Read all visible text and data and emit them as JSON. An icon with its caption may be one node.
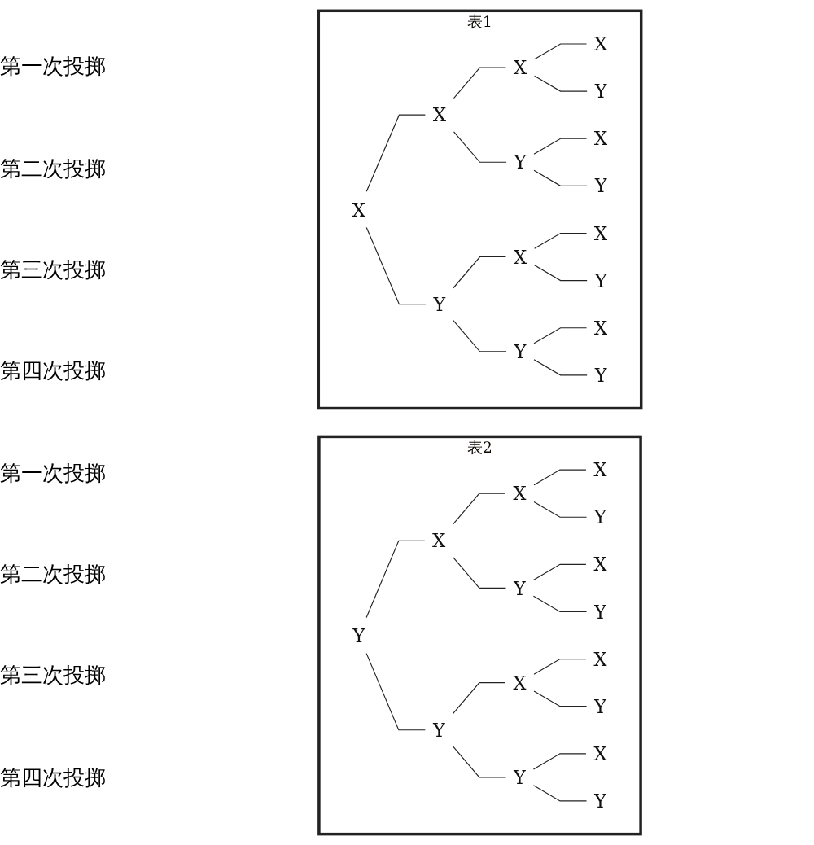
{
  "diagram": {
    "nodes": [
      {
        "text": [
          "表1"
        ]
      },
      {
        "text": [
          "X"
        ],
        "in": 0
      },
      {
        "text": [
          "X"
        ],
        "in": 0
      },
      {
        "text": [
          "Y"
        ],
        "in": 0
      },
      {
        "text": [
          "X"
        ],
        "in": 0
      },
      {
        "text": [
          "Y"
        ],
        "in": 0
      },
      {
        "text": [
          "X"
        ],
        "in": 0
      },
      {
        "text": [
          "Y"
        ],
        "in": 0
      },
      {
        "text": [
          "X"
        ],
        "in": 0
      },
      {
        "text": [
          "Y"
        ],
        "in": 0
      },
      {
        "text": [
          "X"
        ],
        "in": 0
      },
      {
        "text": [
          "Y"
        ],
        "in": 0
      },
      {
        "text": [
          "X"
        ],
        "in": 0
      },
      {
        "text": [
          "Y"
        ],
        "in": 0
      },
      {
        "text": [
          "X"
        ],
        "in": 0
      },
      {
        "text": [
          "Y"
        ],
        "in": 0
      },
      {
        "text": [
          "表2"
        ]
      },
      {
        "text": [
          "Y"
        ],
        "in": 16
      },
      {
        "text": [
          "X"
        ],
        "in": 16
      },
      {
        "text": [
          "Y"
        ],
        "in": 16
      },
      {
        "text": [
          "X"
        ],
        "in": 16
      },
      {
        "text": [
          "Y"
        ],
        "in": 16
      },
      {
        "text": [
          "X"
        ],
        "in": 16
      },
      {
        "text": [
          "Y"
        ],
        "in": 16
      },
      {
        "text": [
          "X"
        ],
        "in": 16
      },
      {
        "text": [
          "Y"
        ],
        "in": 16
      },
      {
        "text": [
          "X"
        ],
        "in": 16
      },
      {
        "text": [
          "Y"
        ],
        "in": 16
      },
      {
        "text": [
          "X"
        ],
        "in": 16
      },
      {
        "text": [
          "Y"
        ],
        "in": 16
      },
      {
        "text": [
          "X"
        ],
        "in": 16
      },
      {
        "text": [
          "Y"
        ],
        "in": 16
      }
    ],
    "edges": [
      {
        "from": 1,
        "to": 2,
        "arrow": "none"
      },
      {
        "from": 1,
        "to": 3,
        "arrow": "none"
      },
      {
        "from": 2,
        "to": 4,
        "arrow": "none"
      },
      {
        "from": 2,
        "to": 5,
        "arrow": "none"
      },
      {
        "from": 3,
        "to": 6,
        "arrow": "none"
      },
      {
        "from": 3,
        "to": 7,
        "arrow": "none"
      },
      {
        "from": 4,
        "to": 8,
        "arrow": "none"
      },
      {
        "from": 4,
        "to": 9,
        "arrow": "none"
      },
      {
        "from": 5,
        "to": 10,
        "arrow": "none"
      },
      {
        "from": 5,
        "to": 11,
        "arrow": "none"
      },
      {
        "from": 6,
        "to": 12,
        "arrow": "none"
      },
      {
        "from": 6,
        "to": 13,
        "arrow": "none"
      },
      {
        "from": 7,
        "to": 14,
        "arrow": "none"
      },
      {
        "from": 7,
        "to": 15,
        "arrow": "none"
      },
      {
        "from": 17,
        "to": 18,
        "arrow": "none"
      },
      {
        "from": 17,
        "to": 19,
        "arrow": "none"
      },
      {
        "from": 18,
        "to": 20,
        "arrow": "none"
      },
      {
        "from": 18,
        "to": 21,
        "arrow": "none"
      },
      {
        "from": 19,
        "to": 22,
        "arrow": "none"
      },
      {
        "from": 19,
        "to": 23,
        "arrow": "none"
      },
      {
        "from": 20,
        "to": 24,
        "arrow": "none"
      },
      {
        "from": 20,
        "to": 25,
        "arrow": "none"
      },
      {
        "from": 21,
        "to": 26,
        "arrow": "none"
      },
      {
        "from": 21,
        "to": 27,
        "arrow": "none"
      },
      {
        "from": 22,
        "to": 28,
        "arrow": "none"
      },
      {
        "from": 22,
        "to": 29,
        "arrow": "none"
      },
      {
        "from": 23,
        "to": 30,
        "arrow": "none"
      },
      {
        "from": 23,
        "to": 31,
        "arrow": "none"
      }
    ],
    "labels": [
      "第一次投掷",
      "第二次投掷",
      "第三次投掷",
      "第四次投掷",
      "第一次投掷",
      "第二次投掷",
      "第三次投掷",
      "第四次投掷"
    ]
  }
}
